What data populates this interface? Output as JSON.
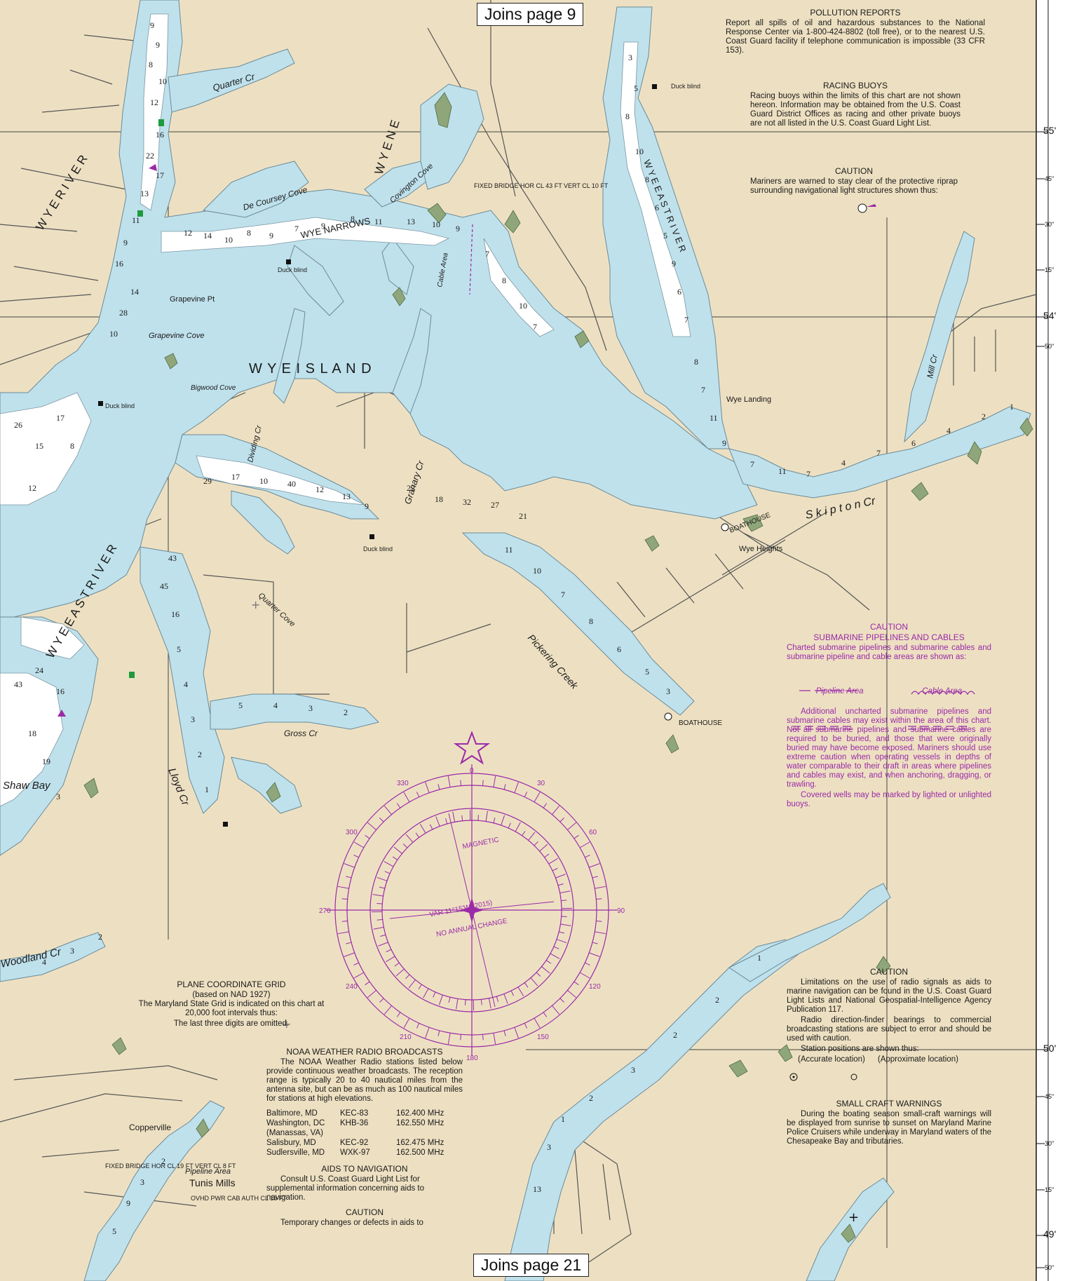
{
  "joins": {
    "top": "Joins page 9",
    "bottom": "Joins page 21"
  },
  "notes": {
    "pollution": {
      "title": "POLLUTION REPORTS",
      "text": "Report all spills of oil and hazardous substances to the National Response Center via 1-800-424-8802 (toll free), or to the nearest U.S. Coast Guard facility if telephone communication is impossible (33 CFR 153)."
    },
    "racing": {
      "title": "RACING BUOYS",
      "text": "Racing buoys within the limits of this chart are not shown hereon. Information may be obtained from the U.S. Coast Guard District Offices as racing and other private buoys are not all listed in the U.S. Coast Guard Light List."
    },
    "caution_riprap": {
      "title": "CAUTION",
      "text": "Mariners are warned to stay clear of the protective riprap surrounding navigational light structures shown thus:"
    },
    "submarine": {
      "title1": "CAUTION",
      "title2": "SUBMARINE PIPELINES AND CABLES",
      "text1": "Charted submarine pipelines and submarine cables and submarine pipeline and cable areas are shown as:",
      "pipeline_area": "Pipeline Area",
      "cable_area": "Cable Area",
      "text2": "Additional uncharted submarine pipelines and submarine cables may exist within the area of this chart. Not all submarine pipelines and submarine cables are required to be buried, and those that were originally buried may have become exposed. Mariners should use extreme caution when operating vessels in depths of water comparable to their draft in areas where pipelines and cables may exist, and when anchoring, dragging, or trawling.",
      "text3": "Covered wells may be marked by lighted or unlighted buoys."
    },
    "radio_caution": {
      "title": "CAUTION",
      "text1": "Limitations on the use of radio signals as aids to marine navigation can be found in the U.S. Coast Guard Light Lists and National Geospatial-Intelligence Agency Publication 117.",
      "text2": "Radio direction-finder bearings to commercial broadcasting stations are subject to error and should be used with caution.",
      "text3": "Station positions are shown thus:",
      "accurate": "(Accurate location)",
      "approx": "(Approximate location)"
    },
    "small_craft": {
      "title": "SMALL CRAFT WARNINGS",
      "text": "During the boating season small-craft warnings will be displayed from sunrise to sunset on Maryland Marine Police Cruisers while underway in Maryland waters of the Chesapeake Bay and tributaries."
    },
    "plane_grid": {
      "title": "PLANE COORDINATE GRID",
      "subtitle": "(based on NAD 1927)",
      "text": "The Maryland State Grid is indicated on this chart at 20,000 foot intervals thus:",
      "text2": "The last three digits are omitted."
    },
    "noaa": {
      "title": "NOAA WEATHER RADIO BROADCASTS",
      "text": "The NOAA Weather Radio stations listed below provide continuous weather broadcasts. The reception range is typically 20 to 40 nautical miles from the antenna site, but can be as much as 100 nautical miles for stations at high elevations.",
      "stations": [
        {
          "city": "Baltimore, MD",
          "call": "KEC-83",
          "freq": "162.400 MHz"
        },
        {
          "city": "Washington, DC",
          "call": "KHB-36",
          "freq": "162.550 MHz"
        },
        {
          "city": "(Manassas, VA)",
          "call": "",
          "freq": ""
        },
        {
          "city": "Salisbury, MD",
          "call": "KEC-92",
          "freq": "162.475 MHz"
        },
        {
          "city": "Sudlersville, MD",
          "call": "WXK-97",
          "freq": "162.500 MHz"
        }
      ]
    },
    "aids": {
      "title": "AIDS TO NAVIGATION",
      "text": "Consult U.S. Coast Guard Light List for supplemental information concerning aids to navigation."
    },
    "caution_bottom": {
      "title": "CAUTION",
      "text": "Temporary changes or defects in aids to"
    }
  },
  "compass": {
    "magnetic": "MAGNETIC",
    "variation": "VAR 11°15'W (2015)",
    "annual": "NO ANNUAL CHANGE"
  },
  "places": {
    "wye_island": "W Y E   I S L A N D",
    "wye_river": "W Y E   R I V E R",
    "wye_east_river_left": "W Y E   E A S T   R I V E R",
    "wye_east_river_right": "W Y E   E A S T   R I V E R",
    "wye_ne": "W Y E   N E",
    "wye_narrows": "WYE NARROWS",
    "quarter_cr": "Quarter  Cr",
    "de_coursey_cove": "De Coursey Cove",
    "covington_cove": "Covington Cove",
    "grapevine_pt": "Grapevine Pt",
    "grapevine_cove": "Grapevine Cove",
    "bigwood_cove": "Bigwood Cove",
    "dividing_cr": "Dividing Cr",
    "granary_cr": "Granary Cr",
    "quarter_cove": "Quarter Cove",
    "pickering_creek": "Pickering  Creek",
    "gross_cr": "Gross  Cr",
    "lloyd_cr": "Lloyd  Cr",
    "shaw_bay": "Shaw  Bay",
    "woodland_cr": "Woodland  Cr",
    "skipton_cr": "S k i p t o n  Cr",
    "mill_cr": "Mill  Cr",
    "wye_landing": "Wye Landing",
    "wye_heights": "Wye Heights",
    "boathouse1": "BOATHOUSE",
    "boathouse2": "BOATHOUSE",
    "copperville": "Copperville",
    "tunis_mills": "Tunis Mills",
    "fixed_bridge_top": "FIXED BRIDGE HOR CL 43 FT VERT CL 10 FT",
    "fixed_bridge_bottom": "FIXED BRIDGE HOR CL 19 FT VERT CL 8 FT",
    "ovhd_cab": "OVHD PWR CAB AUTH CL 18 FT",
    "duck_blind": "Duck blind",
    "cable_area_label": "Cable Area",
    "pipeline_area_label": "Pipeline Area"
  },
  "latitude": {
    "m55": "55'",
    "m54": "54'",
    "m50": "50'",
    "m49": "49'",
    "s45": "45\"",
    "s30": "30\"",
    "s15": "15\"",
    "s50": "50\""
  },
  "colors": {
    "land": "#ede0c2",
    "shallow": "#bfe1ec",
    "deep": "#ffffff",
    "marsh": "#8fa67a",
    "magenta": "#9b2aa8",
    "aid_green": "#1f9a3d"
  }
}
